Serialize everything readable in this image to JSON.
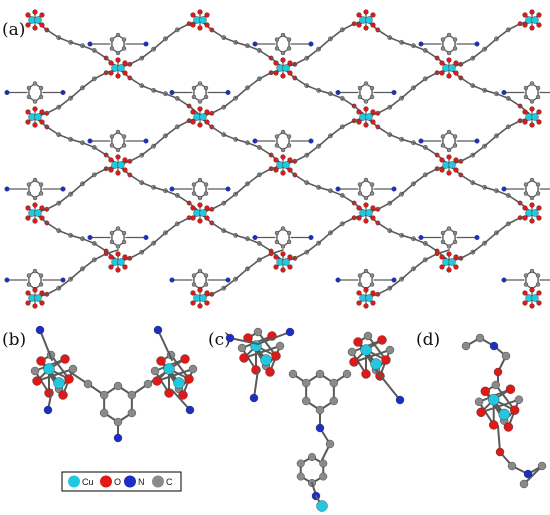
{
  "panels": [
    {
      "id": "a",
      "label": "(a)"
    },
    {
      "id": "b",
      "label": "(b)"
    },
    {
      "id": "c",
      "label": "(c)"
    },
    {
      "id": "d",
      "label": "(d)"
    }
  ],
  "legend": [
    {
      "symbol": "Cu",
      "color": "#22c8e0"
    },
    {
      "symbol": "O",
      "color": "#e01818"
    },
    {
      "symbol": "N",
      "color": "#1c2ec8"
    },
    {
      "symbol": "C",
      "color": "#8a8a8a"
    }
  ],
  "colors": {
    "bond": "#5a5a5a",
    "cu": "#22c8e0",
    "o": "#e01818",
    "n": "#1c2ec8",
    "c": "#8a8a8a"
  }
}
